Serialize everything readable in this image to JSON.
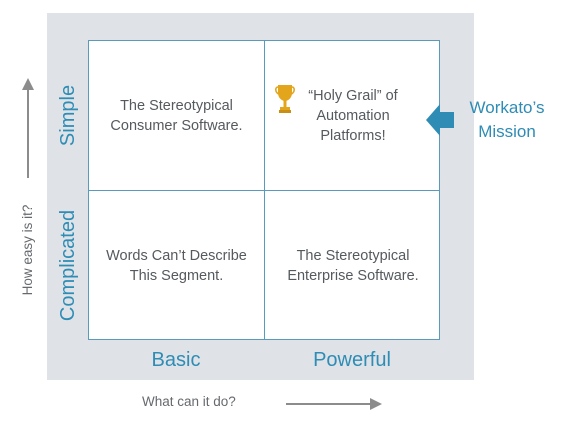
{
  "quadrants": {
    "top_left": "The Stereotypical\nConsumer Software.",
    "top_right": "“Holy Grail” of\nAutomation\nPlatforms!",
    "bottom_left": "Words Can’t Describe\nThis Segment.",
    "bottom_right": "The Stereotypical\nEnterprise Software."
  },
  "columns": [
    "Basic",
    "Powerful"
  ],
  "rows": [
    "Simple",
    "Complicated"
  ],
  "x_axis_label": "What can it do?",
  "y_axis_label": "How easy is it?",
  "callout": {
    "line1": "Workato’s",
    "line2": "Mission"
  },
  "icons": {
    "trophy": "trophy-icon"
  },
  "colors": {
    "accent": "#2e8cb5",
    "panel": "#dfe3e7",
    "trophy": "#e3a51c",
    "arrow": "#2e8cb5",
    "axis_arrow": "#8c8c8c"
  }
}
